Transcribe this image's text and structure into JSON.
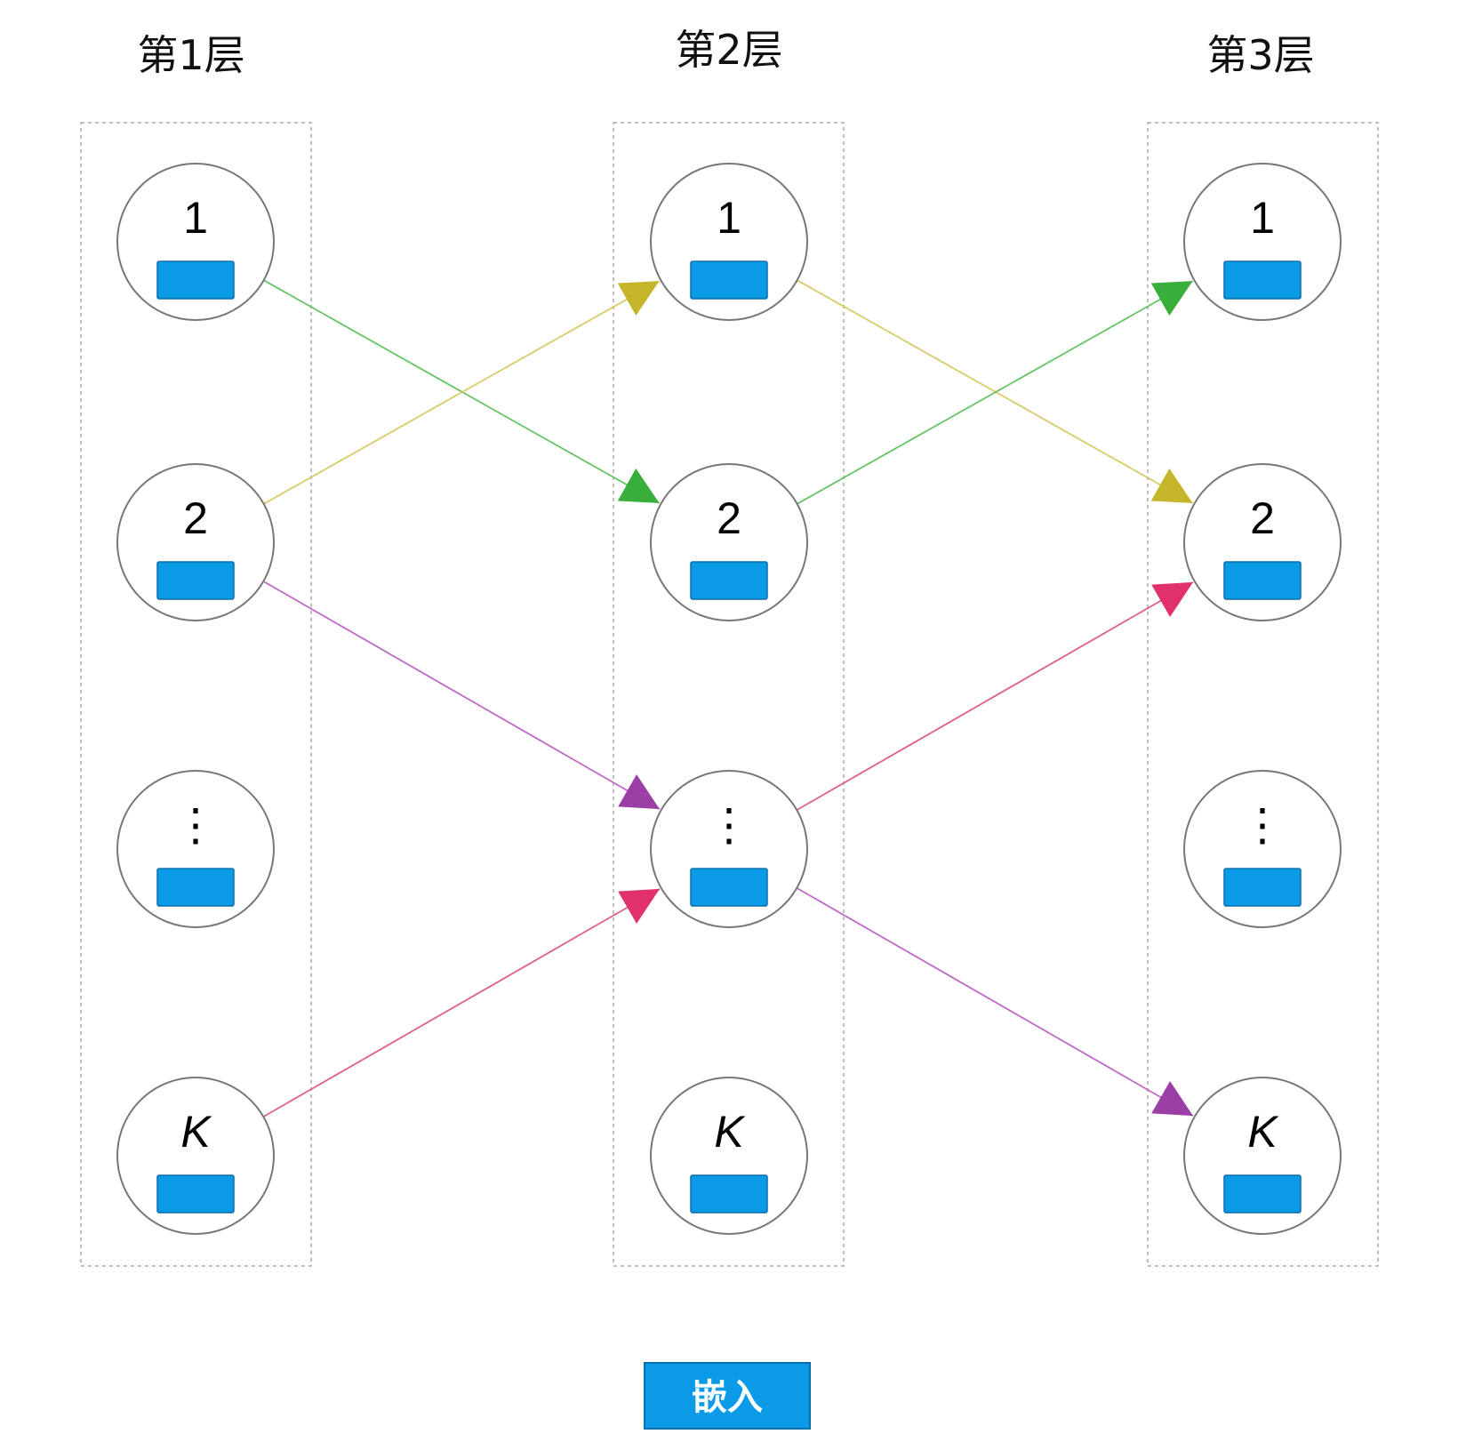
{
  "layers": [
    {
      "title": "第1层",
      "nodes": [
        "1",
        "2",
        "⋮",
        "K"
      ]
    },
    {
      "title": "第2层",
      "nodes": [
        "1",
        "2",
        "⋮",
        "K"
      ]
    },
    {
      "title": "第3层",
      "nodes": [
        "1",
        "2",
        "⋮",
        "K"
      ]
    }
  ],
  "edges": [
    {
      "from_layer": 0,
      "from_node": 0,
      "to_layer": 1,
      "to_node": 1,
      "color": "#66c566",
      "arrow": "#3aae3a"
    },
    {
      "from_layer": 0,
      "from_node": 1,
      "to_layer": 1,
      "to_node": 0,
      "color": "#d8cc6a",
      "arrow": "#c4b52a"
    },
    {
      "from_layer": 0,
      "from_node": 1,
      "to_layer": 1,
      "to_node": 2,
      "color": "#c06ac8",
      "arrow": "#9b3fa6"
    },
    {
      "from_layer": 0,
      "from_node": 3,
      "to_layer": 1,
      "to_node": 2,
      "color": "#e0608a",
      "arrow": "#e0306e"
    },
    {
      "from_layer": 1,
      "from_node": 0,
      "to_layer": 2,
      "to_node": 1,
      "color": "#d8cc6a",
      "arrow": "#c4b52a"
    },
    {
      "from_layer": 1,
      "from_node": 1,
      "to_layer": 2,
      "to_node": 0,
      "color": "#66c566",
      "arrow": "#3aae3a"
    },
    {
      "from_layer": 1,
      "from_node": 2,
      "to_layer": 2,
      "to_node": 1,
      "color": "#e0608a",
      "arrow": "#e0306e"
    },
    {
      "from_layer": 1,
      "from_node": 2,
      "to_layer": 2,
      "to_node": 3,
      "color": "#c06ac8",
      "arrow": "#9b3fa6"
    }
  ],
  "legend": {
    "label": "嵌入",
    "color": "#0b9be6"
  },
  "colors": {
    "embedding": "#0b9be6",
    "circle_stroke": "#777777",
    "box_stroke": "#aaaaaa"
  }
}
